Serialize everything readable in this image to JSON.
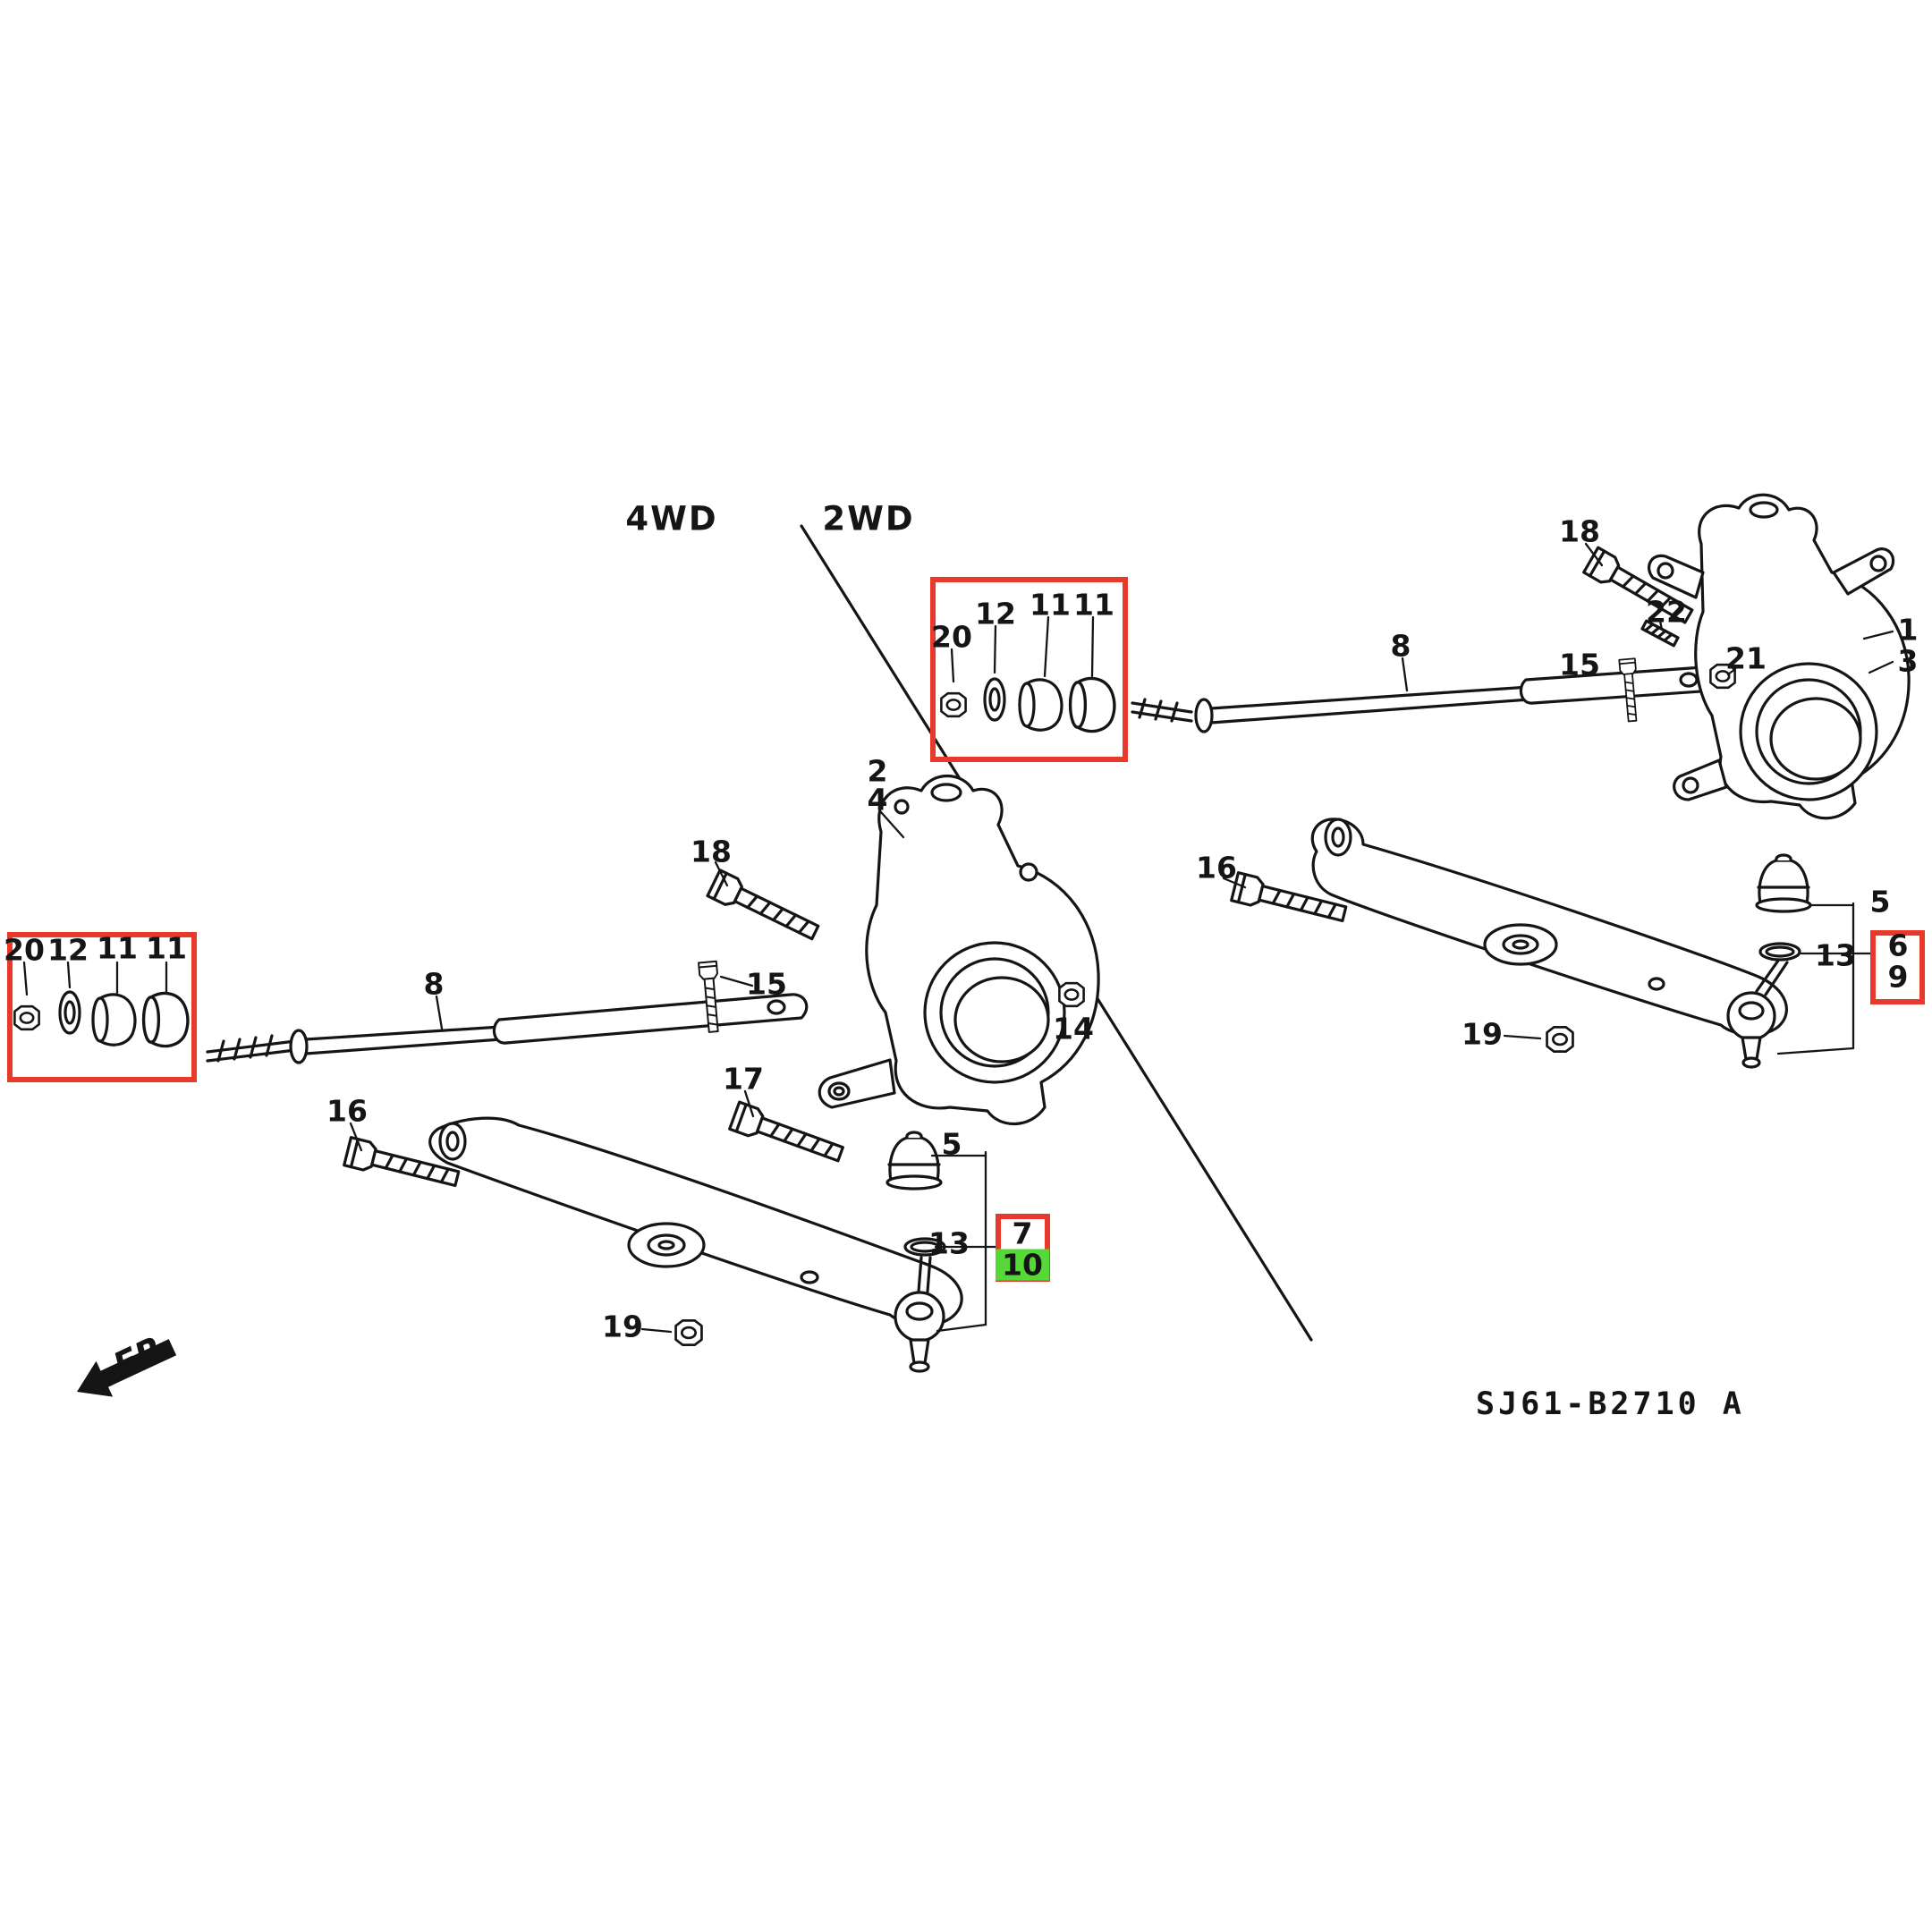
{
  "labels": {
    "section_4wd": "4WD",
    "section_2wd": "2WD",
    "diagram_code": "SJ61-B2710 A",
    "front_indicator": "FR."
  },
  "colors": {
    "hotspot_box": "#e8392a",
    "selected_part_bg": "#56d938",
    "line_art": "#151515"
  },
  "highlighted_part": "10",
  "left_diagram": {
    "title": "4WD",
    "bushing_box_top": [
      "20",
      "12",
      "11",
      "11"
    ],
    "bushing_box_left": [
      "20",
      "12",
      "11",
      "11"
    ],
    "knuckle_upper": [
      "2",
      "4"
    ],
    "parts": {
      "p5": "5",
      "p7": "7",
      "p8": "8",
      "p10": "10",
      "p13": "13",
      "p14": "14",
      "p15": "15",
      "p16": "16",
      "p17": "17",
      "p18": "18",
      "p19": "19"
    }
  },
  "right_diagram": {
    "title": "2WD",
    "parts": {
      "p1": "1",
      "p3": "3",
      "p5": "5",
      "p6": "6",
      "p8": "8",
      "p9": "9",
      "p13": "13",
      "p15": "15",
      "p16": "16",
      "p18": "18",
      "p19": "19",
      "p21": "21",
      "p22": "22"
    }
  }
}
